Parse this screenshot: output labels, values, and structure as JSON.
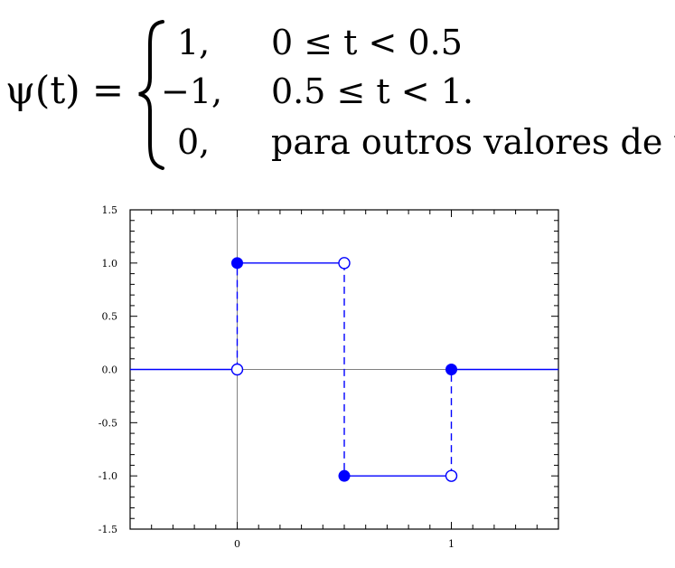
{
  "formula": {
    "lhs": "ψ(t) =",
    "cases": [
      {
        "value": "1,",
        "condition": "0 ≤ t < 0.5"
      },
      {
        "value": "−1,",
        "condition": "0.5 ≤ t < 1."
      },
      {
        "value": "0,",
        "condition": "para outros valores de t"
      }
    ]
  },
  "chart_data": {
    "type": "line",
    "xlim": [
      -0.5,
      1.5
    ],
    "ylim": [
      -1.5,
      1.5
    ],
    "x_ticks": [
      0,
      1
    ],
    "x_tick_labels": [
      "0",
      "1"
    ],
    "y_ticks": [
      1.5,
      1.0,
      0.5,
      0.0,
      -0.5,
      -1.0,
      -1.5
    ],
    "y_tick_labels": [
      "1.5",
      "1.0",
      "0.5",
      "0.0",
      "-0.5",
      "-1.0",
      "-1.5"
    ],
    "grid": false,
    "series": [
      {
        "segments": [
          {
            "x": [
              -0.5,
              0
            ],
            "y": [
              0,
              0
            ]
          },
          {
            "x": [
              0,
              0.5
            ],
            "y": [
              1,
              1
            ]
          },
          {
            "x": [
              0.5,
              1
            ],
            "y": [
              -1,
              -1
            ]
          },
          {
            "x": [
              1,
              1.5
            ],
            "y": [
              0,
              0
            ]
          }
        ],
        "jumps": [
          {
            "x": 0,
            "y": [
              0,
              1
            ]
          },
          {
            "x": 0.5,
            "y": [
              1,
              -1
            ]
          },
          {
            "x": 1,
            "y": [
              -1,
              0
            ]
          }
        ],
        "filled_points": [
          {
            "x": 0,
            "y": 1
          },
          {
            "x": 0.5,
            "y": -1
          },
          {
            "x": 1,
            "y": 0
          }
        ],
        "open_points": [
          {
            "x": 0,
            "y": 0
          },
          {
            "x": 0.5,
            "y": 1
          },
          {
            "x": 1,
            "y": -1
          }
        ]
      }
    ],
    "colors": {
      "series": "#0000ff",
      "axes": "#808080",
      "frame": "#000000"
    }
  }
}
